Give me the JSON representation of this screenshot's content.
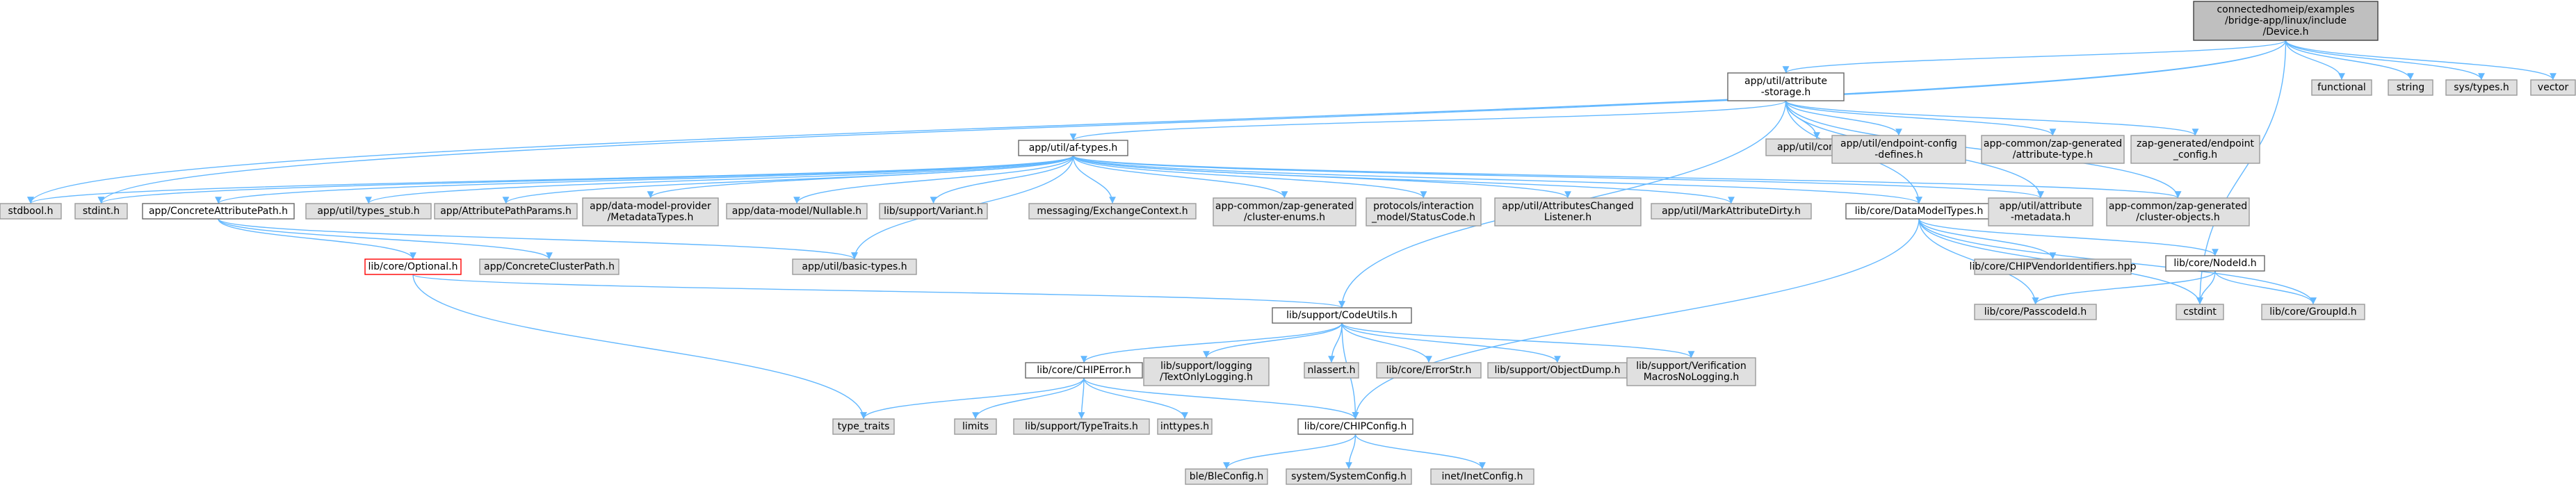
{
  "colors": {
    "edge": "#63b8ff",
    "node_fill_gray": "#e0e0e0",
    "node_border_gray": "#999999",
    "node_fill_white": "#ffffff",
    "node_border_dark": "#666666",
    "root_fill": "#bfbfbf",
    "root_border": "#404040",
    "highlight_border": "#ff0000"
  },
  "nodes": [
    {
      "id": "root",
      "lines": [
        "connectedhomeip/examples",
        "/bridge-app/linux/include",
        "/Device.h"
      ],
      "style": "root"
    },
    {
      "id": "attr_storage",
      "lines": [
        "app/util/attribute",
        "-storage.h"
      ],
      "style": "white"
    },
    {
      "id": "functional",
      "lines": [
        "functional"
      ],
      "style": "gray"
    },
    {
      "id": "string",
      "lines": [
        "string"
      ],
      "style": "gray"
    },
    {
      "id": "sys_types",
      "lines": [
        "sys/types.h"
      ],
      "style": "gray"
    },
    {
      "id": "vector",
      "lines": [
        "vector"
      ],
      "style": "gray"
    },
    {
      "id": "af_types",
      "lines": [
        "app/util/af-types.h"
      ],
      "style": "white"
    },
    {
      "id": "config",
      "lines": [
        "app/util/config.h"
      ],
      "style": "gray"
    },
    {
      "id": "endpoint_config",
      "lines": [
        "app/util/endpoint-config",
        "-defines.h"
      ],
      "style": "gray"
    },
    {
      "id": "attribute_type",
      "lines": [
        "app-common/zap-generated",
        "/attribute-type.h"
      ],
      "style": "gray"
    },
    {
      "id": "endpoint_config2",
      "lines": [
        "zap-generated/endpoint",
        "_config.h"
      ],
      "style": "gray"
    },
    {
      "id": "stdbool",
      "lines": [
        "stdbool.h"
      ],
      "style": "gray"
    },
    {
      "id": "stdint",
      "lines": [
        "stdint.h"
      ],
      "style": "gray"
    },
    {
      "id": "concrete_attr",
      "lines": [
        "app/ConcreteAttributePath.h"
      ],
      "style": "white"
    },
    {
      "id": "types_stub",
      "lines": [
        "app/util/types_stub.h"
      ],
      "style": "gray"
    },
    {
      "id": "attr_path_params",
      "lines": [
        "app/AttributePathParams.h"
      ],
      "style": "gray"
    },
    {
      "id": "metadata_types",
      "lines": [
        "app/data-model-provider",
        "/MetadataTypes.h"
      ],
      "style": "gray"
    },
    {
      "id": "nullable",
      "lines": [
        "app/data-model/Nullable.h"
      ],
      "style": "gray"
    },
    {
      "id": "variant",
      "lines": [
        "lib/support/Variant.h"
      ],
      "style": "gray"
    },
    {
      "id": "exchange_ctx",
      "lines": [
        "messaging/ExchangeContext.h"
      ],
      "style": "gray"
    },
    {
      "id": "cluster_enums",
      "lines": [
        "app-common/zap-generated",
        "/cluster-enums.h"
      ],
      "style": "gray"
    },
    {
      "id": "status_code",
      "lines": [
        "protocols/interaction",
        "_model/StatusCode.h"
      ],
      "style": "gray"
    },
    {
      "id": "attr_changed",
      "lines": [
        "app/util/AttributesChanged",
        "Listener.h"
      ],
      "style": "gray"
    },
    {
      "id": "mark_dirty",
      "lines": [
        "app/util/MarkAttributeDirty.h"
      ],
      "style": "gray"
    },
    {
      "id": "data_model_types",
      "lines": [
        "lib/core/DataModelTypes.h"
      ],
      "style": "white"
    },
    {
      "id": "attr_metadata",
      "lines": [
        "app/util/attribute",
        "-metadata.h"
      ],
      "style": "gray"
    },
    {
      "id": "cluster_objects",
      "lines": [
        "app-common/zap-generated",
        "/cluster-objects.h"
      ],
      "style": "gray"
    },
    {
      "id": "optional",
      "lines": [
        "lib/core/Optional.h"
      ],
      "style": "highlight"
    },
    {
      "id": "concrete_cluster",
      "lines": [
        "app/ConcreteClusterPath.h"
      ],
      "style": "gray"
    },
    {
      "id": "basic_types",
      "lines": [
        "app/util/basic-types.h"
      ],
      "style": "gray"
    },
    {
      "id": "vendor_ids",
      "lines": [
        "lib/core/CHIPVendorIdentifiers.hpp"
      ],
      "style": "gray"
    },
    {
      "id": "node_id",
      "lines": [
        "lib/core/NodeId.h"
      ],
      "style": "white"
    },
    {
      "id": "passcode_id",
      "lines": [
        "lib/core/PasscodeId.h"
      ],
      "style": "gray"
    },
    {
      "id": "cstdint",
      "lines": [
        "cstdint"
      ],
      "style": "gray"
    },
    {
      "id": "group_id",
      "lines": [
        "lib/core/GroupId.h"
      ],
      "style": "gray"
    },
    {
      "id": "code_utils",
      "lines": [
        "lib/support/CodeUtils.h"
      ],
      "style": "white"
    },
    {
      "id": "chip_error",
      "lines": [
        "lib/core/CHIPError.h"
      ],
      "style": "white"
    },
    {
      "id": "text_only_logging",
      "lines": [
        "lib/support/logging",
        "/TextOnlyLogging.h"
      ],
      "style": "gray"
    },
    {
      "id": "nlassert",
      "lines": [
        "nlassert.h"
      ],
      "style": "gray"
    },
    {
      "id": "error_str",
      "lines": [
        "lib/core/ErrorStr.h"
      ],
      "style": "gray"
    },
    {
      "id": "object_dump",
      "lines": [
        "lib/support/ObjectDump.h"
      ],
      "style": "gray"
    },
    {
      "id": "verification_macros",
      "lines": [
        "lib/support/Verification",
        "MacrosNoLogging.h"
      ],
      "style": "gray"
    },
    {
      "id": "type_traits",
      "lines": [
        "type_traits"
      ],
      "style": "gray"
    },
    {
      "id": "limits",
      "lines": [
        "limits"
      ],
      "style": "gray"
    },
    {
      "id": "support_type_traits",
      "lines": [
        "lib/support/TypeTraits.h"
      ],
      "style": "gray"
    },
    {
      "id": "inttypes",
      "lines": [
        "inttypes.h"
      ],
      "style": "gray"
    },
    {
      "id": "chip_config",
      "lines": [
        "lib/core/CHIPConfig.h"
      ],
      "style": "white"
    },
    {
      "id": "ble_config",
      "lines": [
        "ble/BleConfig.h"
      ],
      "style": "gray"
    },
    {
      "id": "system_config",
      "lines": [
        "system/SystemConfig.h"
      ],
      "style": "gray"
    },
    {
      "id": "inet_config",
      "lines": [
        "inet/InetConfig.h"
      ],
      "style": "gray"
    }
  ],
  "edges": [
    [
      "root",
      "attr_storage"
    ],
    [
      "root",
      "functional"
    ],
    [
      "root",
      "string"
    ],
    [
      "root",
      "sys_types"
    ],
    [
      "root",
      "vector"
    ],
    [
      "root",
      "stdbool"
    ],
    [
      "root",
      "stdint"
    ],
    [
      "root",
      "cstdint"
    ],
    [
      "attr_storage",
      "af_types"
    ],
    [
      "attr_storage",
      "config"
    ],
    [
      "attr_storage",
      "endpoint_config"
    ],
    [
      "attr_storage",
      "attribute_type"
    ],
    [
      "attr_storage",
      "endpoint_config2"
    ],
    [
      "attr_storage",
      "attr_metadata"
    ],
    [
      "attr_storage",
      "cluster_objects"
    ],
    [
      "attr_storage",
      "data_model_types"
    ],
    [
      "attr_storage",
      "code_utils"
    ],
    [
      "af_types",
      "stdbool"
    ],
    [
      "af_types",
      "stdint"
    ],
    [
      "af_types",
      "concrete_attr"
    ],
    [
      "af_types",
      "types_stub"
    ],
    [
      "af_types",
      "attr_path_params"
    ],
    [
      "af_types",
      "metadata_types"
    ],
    [
      "af_types",
      "nullable"
    ],
    [
      "af_types",
      "variant"
    ],
    [
      "af_types",
      "exchange_ctx"
    ],
    [
      "af_types",
      "cluster_enums"
    ],
    [
      "af_types",
      "status_code"
    ],
    [
      "af_types",
      "attr_changed"
    ],
    [
      "af_types",
      "mark_dirty"
    ],
    [
      "af_types",
      "data_model_types"
    ],
    [
      "af_types",
      "attr_metadata"
    ],
    [
      "af_types",
      "cluster_objects"
    ],
    [
      "af_types",
      "basic_types"
    ],
    [
      "concrete_attr",
      "optional"
    ],
    [
      "concrete_attr",
      "concrete_cluster"
    ],
    [
      "concrete_attr",
      "basic_types"
    ],
    [
      "optional",
      "code_utils"
    ],
    [
      "optional",
      "type_traits"
    ],
    [
      "data_model_types",
      "vendor_ids"
    ],
    [
      "data_model_types",
      "node_id"
    ],
    [
      "data_model_types",
      "passcode_id"
    ],
    [
      "data_model_types",
      "cstdint"
    ],
    [
      "data_model_types",
      "group_id"
    ],
    [
      "data_model_types",
      "chip_config"
    ],
    [
      "node_id",
      "passcode_id"
    ],
    [
      "node_id",
      "cstdint"
    ],
    [
      "node_id",
      "group_id"
    ],
    [
      "code_utils",
      "chip_error"
    ],
    [
      "code_utils",
      "text_only_logging"
    ],
    [
      "code_utils",
      "nlassert"
    ],
    [
      "code_utils",
      "error_str"
    ],
    [
      "code_utils",
      "object_dump"
    ],
    [
      "code_utils",
      "verification_macros"
    ],
    [
      "code_utils",
      "chip_config"
    ],
    [
      "chip_error",
      "type_traits"
    ],
    [
      "chip_error",
      "limits"
    ],
    [
      "chip_error",
      "support_type_traits"
    ],
    [
      "chip_error",
      "inttypes"
    ],
    [
      "chip_error",
      "chip_config"
    ],
    [
      "chip_config",
      "ble_config"
    ],
    [
      "chip_config",
      "system_config"
    ],
    [
      "chip_config",
      "inet_config"
    ]
  ]
}
